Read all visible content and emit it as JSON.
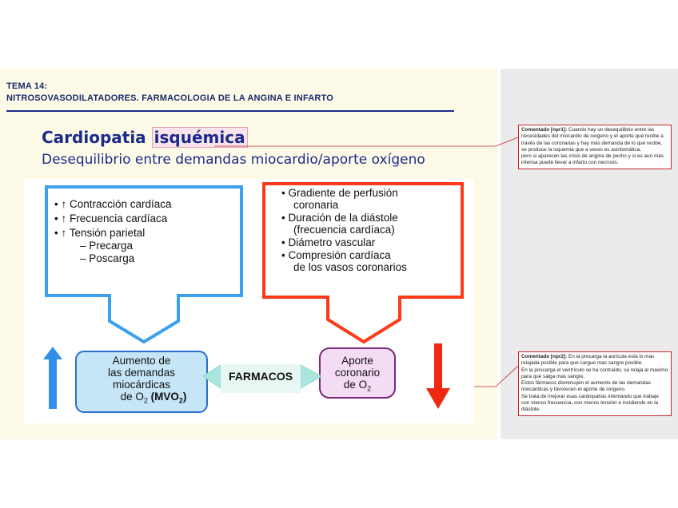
{
  "header": {
    "line1": "TEMA 14:",
    "line2": "NITROSOVASODILATADORES. FARMACOLOGIA DE LA ANGINA E INFARTO"
  },
  "slide": {
    "title_prefix": "Cardiopatia",
    "title_highlight": "isquémica",
    "subtitle": "Desequilibrio entre demandas miocardio/aporte oxígeno"
  },
  "figure": {
    "demand_items": [
      "• ↑ Contracción cardíaca",
      "• ↑ Frecuencia cardíaca",
      "• ↑ Tensión parietal",
      "– Precarga",
      "– Poscarga"
    ],
    "supply_items": [
      "• Gradiente de perfusión",
      "coronaria",
      "• Duración de la diástole",
      "(frecuencia cardíaca)",
      "• Diámetro vascular",
      "• Compresión cardíaca",
      "de los vasos coronarios"
    ],
    "demand_box": [
      "Aumento de",
      "las demandas",
      "miocárdicas",
      "de O",
      "2",
      " (MVO",
      "2",
      ")"
    ],
    "supply_box": [
      "Aporte",
      "coronario",
      "de O",
      "2"
    ],
    "center_label": "FARMACOS",
    "colors": {
      "blue": "#3da0ee",
      "red": "#ff3a1a",
      "teal": "#a8e6de"
    }
  },
  "comments": [
    {
      "author": "Comentado [npr1]:",
      "text": "Cuando hay un desequilibrio entre las necesidades del miocardio de oxígeno y el aporte que recibe a través de las coronarias y hay más demanda de lo que recibe, se produce la isquemia que a veces es asintomática,",
      "text2": "pero si aparecen las crisis de angina de pecho y si es aun más intensa puede llevar a infarto con necrosis."
    },
    {
      "author": "Comentado [npr2]:",
      "text": "En la precarga la aurícula esta lo mas relajada posible para que cargue mas sangre posible.",
      "text2": "En la poscarga el ventrículo se ha contraído, se relaja al máximo para que salga mas sangre.",
      "text3": "Estos fármacos disminuyen el aumento de las demandas miocárdicas y favorecen el aporte de oxígeno.",
      "text4": "Se trata de mejorar esas cardiopatías intentando que trabaje con menos frecuencia, con menos tensión e incidiendo en la diástole."
    }
  ]
}
